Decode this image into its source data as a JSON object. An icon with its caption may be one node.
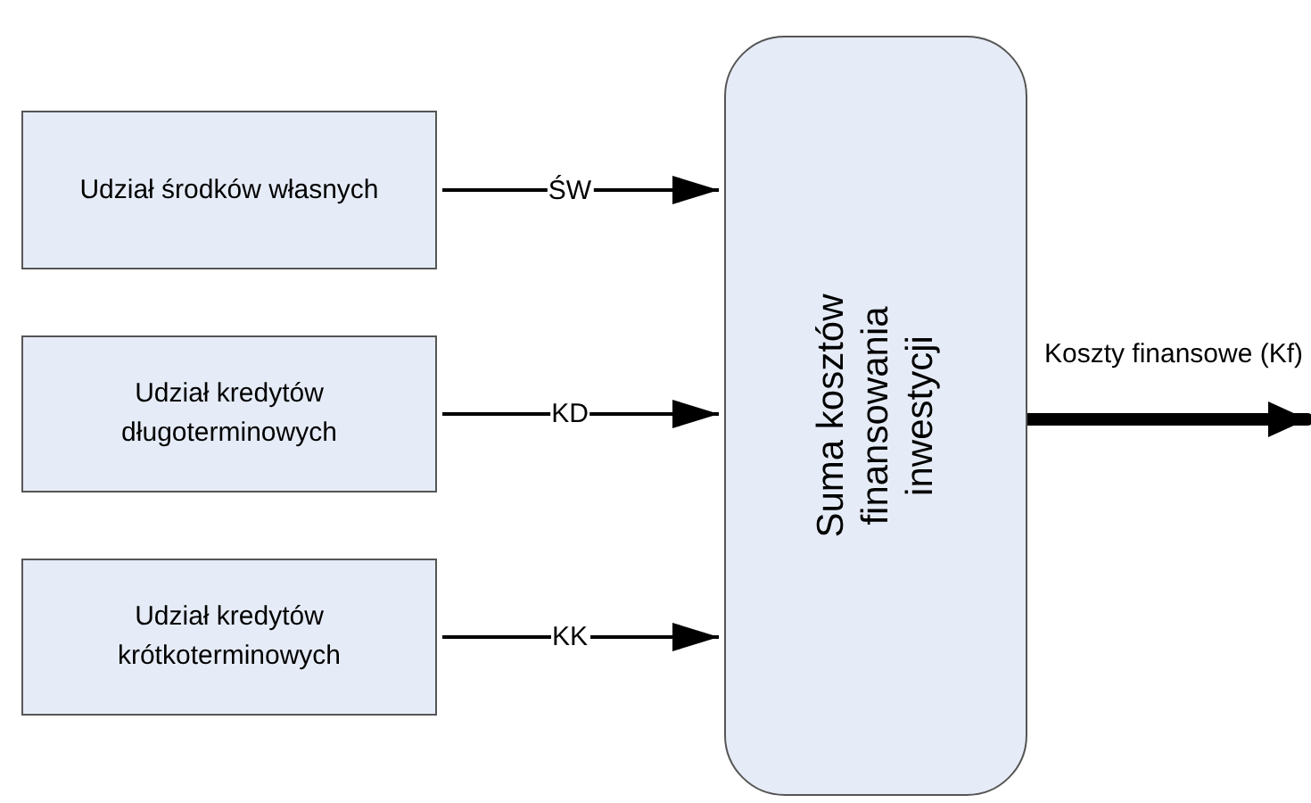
{
  "diagram": {
    "nodes": [
      {
        "text": [
          "Udział środków własnych"
        ]
      },
      {
        "text": [
          "Udział kredytów długoterminowych"
        ]
      },
      {
        "text": [
          "Udział kredytów krótkoterminowych"
        ]
      },
      {
        "text": [
          "Suma kosztów finansowania inwestycji"
        ]
      }
    ],
    "edges": [
      {
        "from": 0,
        "to": 3,
        "arrow": "to",
        "label": "ŚW"
      },
      {
        "from": 1,
        "to": 3,
        "arrow": "to",
        "label": "KD"
      },
      {
        "from": 2,
        "to": 3,
        "arrow": "to",
        "label": "KK"
      },
      {
        "from": 3,
        "to": null,
        "arrow": "to",
        "label": "Koszty finansowe (Kf)",
        "style": "thick"
      }
    ]
  }
}
